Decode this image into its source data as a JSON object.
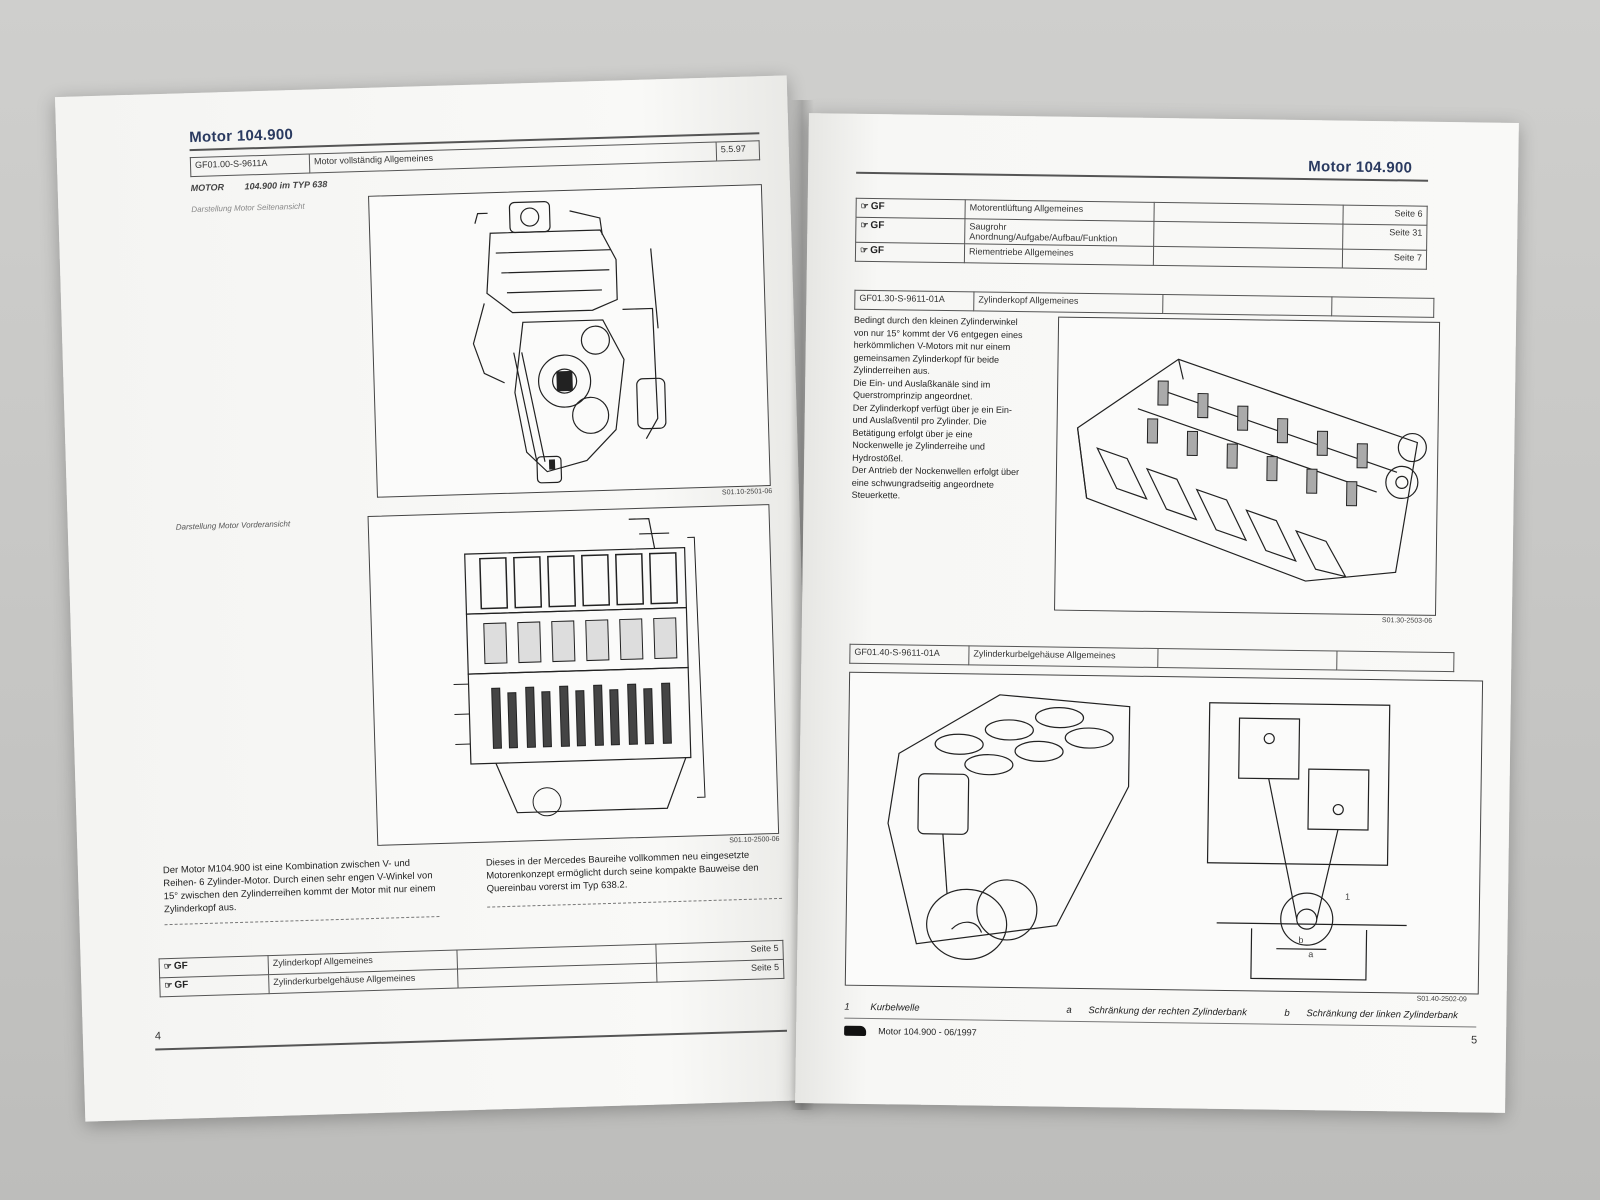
{
  "left_page": {
    "header_title": "Motor 104.900",
    "doc_row": {
      "code": "GF01.00-S-9611A",
      "title": "Motor vollständig Allgemeines",
      "date": "5.5.97"
    },
    "motor_line": {
      "label": "MOTOR",
      "value": "104.900 im TYP 638"
    },
    "fig1_caption": "Darstellung Motor Seitenansicht",
    "fig1_code": "S01.10-2501-06",
    "fig2_caption": "Darstellung Motor Vorderansicht",
    "fig2_code": "S01.10-2500-06",
    "text_left": "Der Motor M104.900 ist eine Kombination zwischen V- und Reihen- 6 Zylinder-Motor. Durch einen sehr engen V-Winkel von 15° zwischen den Zylinderreihen kommt der Motor mit nur einem Zylinderkopf aus.",
    "text_right": "Dieses in der Mercedes Baureihe vollkommen neu eingesetzte Motorenkonzept ermöglicht durch seine kompakte Bauweise den Quereinbau vorerst im Typ 638.2.",
    "ref_table": [
      {
        "icon": "GF",
        "title": "Zylinderkopf Allgemeines",
        "page": "Seite 5"
      },
      {
        "icon": "GF",
        "title": "Zylinderkurbelgehäuse Allgemeines",
        "page": "Seite 5"
      }
    ],
    "page_number": "4"
  },
  "right_page": {
    "header_title": "Motor 104.900",
    "ref_table": [
      {
        "icon": "GF",
        "title": "Motorentlüftung Allgemeines",
        "page": "Seite 6"
      },
      {
        "icon": "GF",
        "title": "Saugrohr",
        "subtitle": "Anordnung/Aufgabe/Aufbau/Funktion",
        "page": "Seite 31"
      },
      {
        "icon": "GF",
        "title": "Riementriebe Allgemeines",
        "page": "Seite 7"
      }
    ],
    "doc_row_1": {
      "code": "GF01.30-S-9611-01A",
      "title": "Zylinderkopf Allgemeines"
    },
    "body_text": [
      "Bedingt durch den kleinen Zylinderwinkel",
      "von nur 15° kommt der V6 entgegen eines",
      "herkömmlichen V-Motors mit nur einem",
      "gemeinsamen Zylinderkopf für beide",
      "Zylinderreihen aus.",
      "Die Ein- und Auslaßkanäle sind im",
      "Querstromprinzip angeordnet.",
      "Der Zylinderkopf verfügt über je ein Ein-",
      "und Auslaßventil pro Zylinder. Die",
      "Betätigung erfolgt über je eine",
      "Nockenwelle je Zylinderreihe und",
      "Hydrostößel.",
      "Der Antrieb der Nockenwellen erfolgt über",
      "eine schwungradseitig angeordnete",
      "Steuerkette."
    ],
    "fig3_code": "S01.30-2503-06",
    "doc_row_2": {
      "code": "GF01.40-S-9611-01A",
      "title": "Zylinderkurbelgehäuse Allgemeines"
    },
    "fig4_code": "S01.40-2502-09",
    "fig4_labels": {
      "n1": "1",
      "a": "a",
      "b": "b"
    },
    "legend": [
      {
        "key": "1",
        "text": "Kurbelwelle"
      },
      {
        "key": "a",
        "text": "Schränkung der rechten Zylinderbank"
      },
      {
        "key": "b",
        "text": "Schränkung der linken Zylinderbank"
      }
    ],
    "footer": "Motor 104.900 - 06/1997",
    "page_number": "5"
  }
}
